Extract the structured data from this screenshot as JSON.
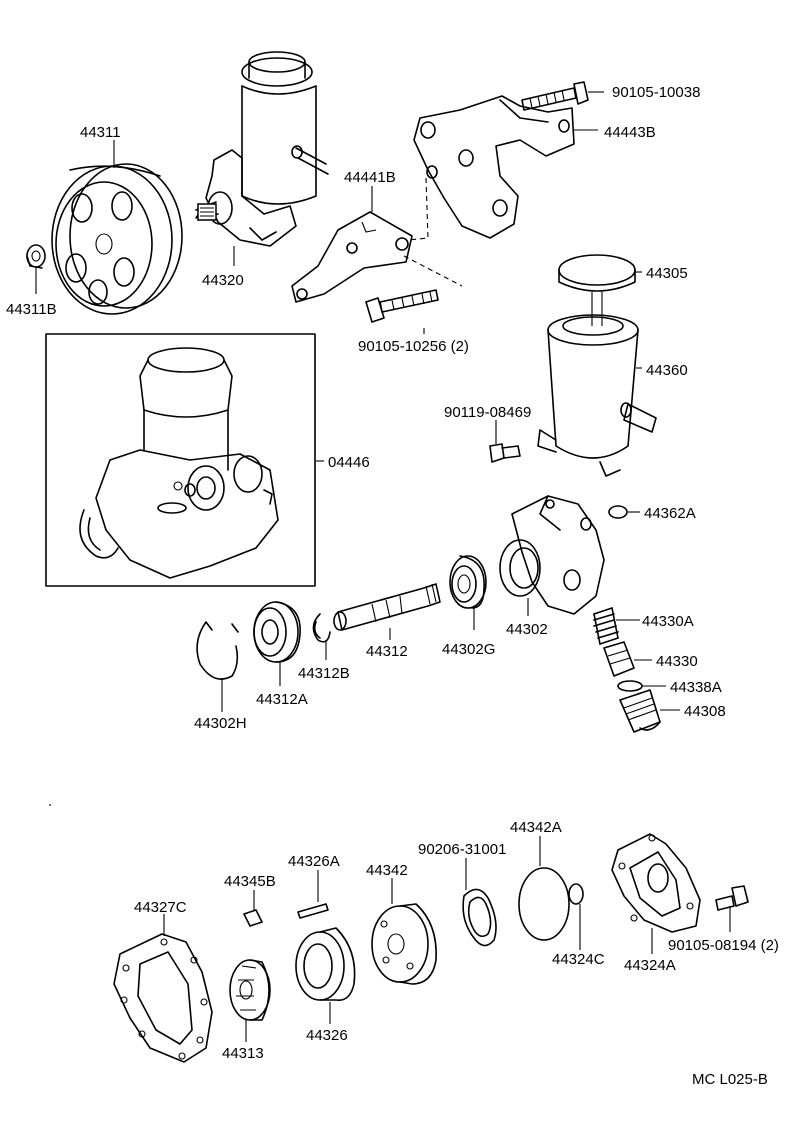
{
  "diagram_code": "MC L025-B",
  "parts": [
    {
      "id": "p44311",
      "label": "44311"
    },
    {
      "id": "p44311B",
      "label": "44311B"
    },
    {
      "id": "p44320",
      "label": "44320"
    },
    {
      "id": "p44441B",
      "label": "44441B"
    },
    {
      "id": "p90105_10038",
      "label": "90105-10038"
    },
    {
      "id": "p44443B",
      "label": "44443B"
    },
    {
      "id": "p44305",
      "label": "44305"
    },
    {
      "id": "p90105_10256",
      "label": "90105-10256 (2)"
    },
    {
      "id": "p44360",
      "label": "44360"
    },
    {
      "id": "p90119_08469",
      "label": "90119-08469"
    },
    {
      "id": "p04446",
      "label": "04446"
    },
    {
      "id": "p44362A",
      "label": "44362A"
    },
    {
      "id": "p44302",
      "label": "44302"
    },
    {
      "id": "p44302G",
      "label": "44302G"
    },
    {
      "id": "p44312",
      "label": "44312"
    },
    {
      "id": "p44312B",
      "label": "44312B"
    },
    {
      "id": "p44312A",
      "label": "44312A"
    },
    {
      "id": "p44302H",
      "label": "44302H"
    },
    {
      "id": "p44330A",
      "label": "44330A"
    },
    {
      "id": "p44330",
      "label": "44330"
    },
    {
      "id": "p44338A",
      "label": "44338A"
    },
    {
      "id": "p44308",
      "label": "44308"
    },
    {
      "id": "p44342A",
      "label": "44342A"
    },
    {
      "id": "p90206_31001",
      "label": "90206-31001"
    },
    {
      "id": "p44326A",
      "label": "44326A"
    },
    {
      "id": "p44342",
      "label": "44342"
    },
    {
      "id": "p44345B",
      "label": "44345B"
    },
    {
      "id": "p44327C",
      "label": "44327C"
    },
    {
      "id": "p44324C",
      "label": "44324C"
    },
    {
      "id": "p44324A",
      "label": "44324A"
    },
    {
      "id": "p90105_08194",
      "label": "90105-08194 (2)"
    },
    {
      "id": "p44313",
      "label": "44313"
    },
    {
      "id": "p44326",
      "label": "44326"
    }
  ]
}
